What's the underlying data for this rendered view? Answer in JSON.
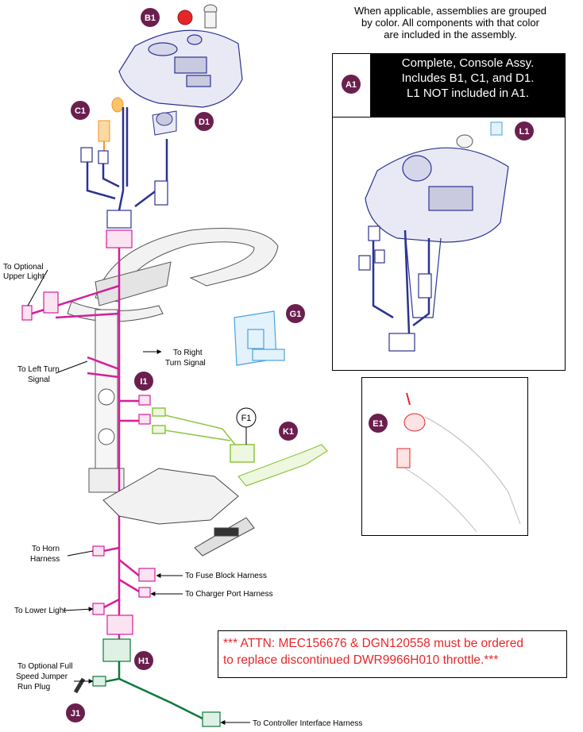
{
  "note": {
    "line1": "When applicable, assemblies are grouped",
    "line2": "by color. All components with that color",
    "line3": "are included in the assembly."
  },
  "a1": {
    "badge": "A1",
    "line1": "Complete, Console Assy.",
    "line2": "Includes B1, C1, and D1.",
    "line3": "L1 NOT included in A1."
  },
  "badges": {
    "b1": "B1",
    "c1": "C1",
    "d1": "D1",
    "l1": "L1",
    "g1": "G1",
    "i1": "I1",
    "f1": "F1",
    "k1": "K1",
    "e1": "E1",
    "h1": "H1",
    "j1": "J1"
  },
  "labels": {
    "optional_upper_light_1": "To Optional",
    "optional_upper_light_2": "Upper Light",
    "right_turn_1": "To Right",
    "right_turn_2": "Turn Signal",
    "left_turn_1": "To Left Turn",
    "left_turn_2": "Signal",
    "horn_1": "To Horn",
    "horn_2": "Harness",
    "fuse_block": "To Fuse Block Harness",
    "charger_port": "To Charger Port Harness",
    "lower_light": "To Lower Light",
    "jumper_1": "To Optional Full",
    "jumper_2": "Speed Jumper",
    "jumper_3": "Run Plug",
    "controller": "To Controller Interface Harness"
  },
  "attn": {
    "line1": "*** ATTN: MEC156676 & DGN120558 must be ordered",
    "line2": "to replace discontinued DWR9966H010 throttle.***"
  },
  "colors": {
    "badge": "#6b1f4e",
    "console_harness": "#2b3390",
    "main_harness": "#d41f9a",
    "green_harness": "#0c7a3a",
    "lime_parts": "#8dc63f",
    "blue_part": "#4aa3df",
    "orange_part": "#f7941d",
    "red_part": "#e8262a",
    "attn_text": "#e8262a"
  }
}
